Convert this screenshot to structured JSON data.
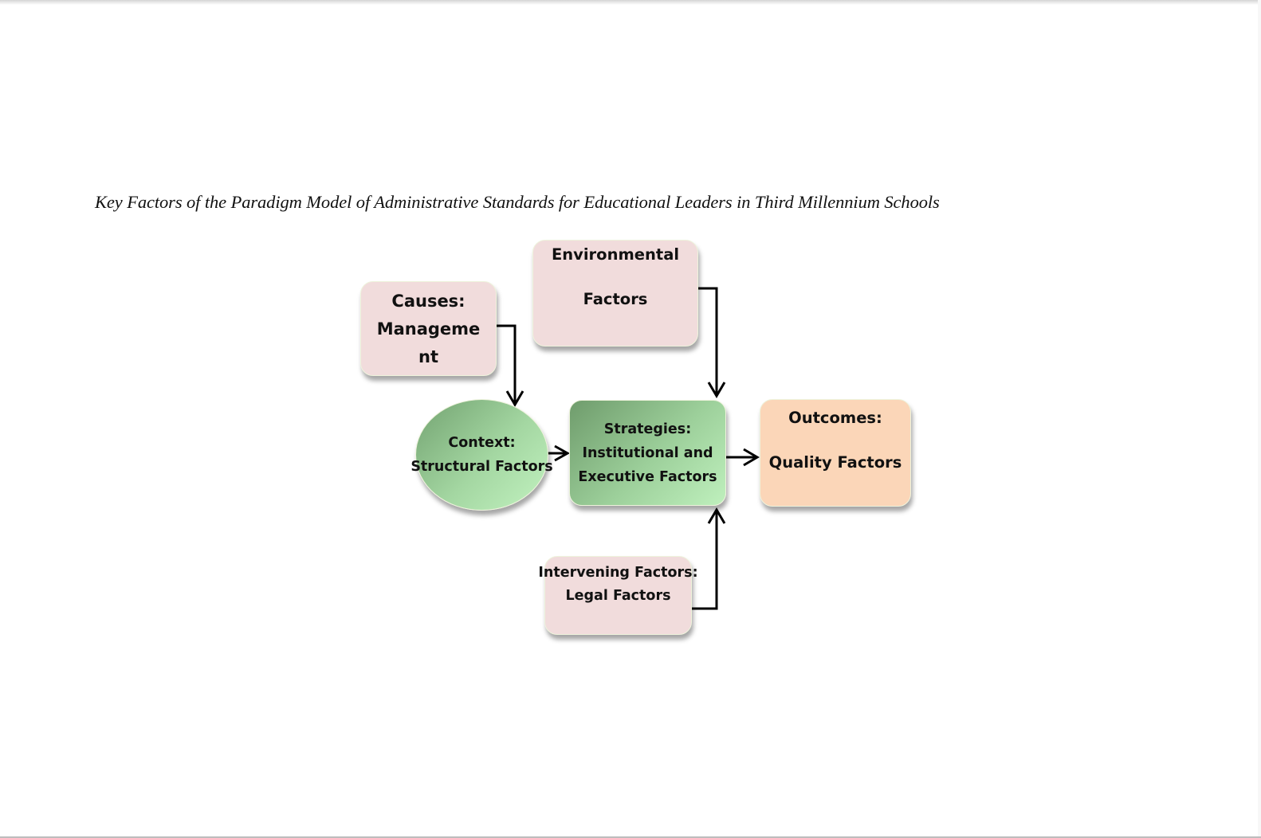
{
  "figure": {
    "caption": "Key Factors of the Paradigm Model of Administrative Standards for Educational Leaders in Third Millennium Schools"
  },
  "nodes": {
    "causes": {
      "lines": [
        "Causes:",
        "Manageme",
        "nt"
      ],
      "shape": "rounded-rectangle",
      "color": "#f1dcdc"
    },
    "environmental": {
      "lines": [
        "Environmental",
        "Factors"
      ],
      "shape": "rounded-rectangle",
      "color": "#f1dcdc"
    },
    "context": {
      "lines": [
        "Context:",
        "Structural Factors"
      ],
      "shape": "ellipse",
      "color": "#a4d7a2"
    },
    "strategies": {
      "lines": [
        "Strategies:",
        "Institutional and",
        "Executive Factors"
      ],
      "shape": "rounded-rectangle",
      "color": "#9dd09b"
    },
    "outcomes": {
      "lines": [
        "Outcomes:",
        "Quality Factors"
      ],
      "shape": "rounded-rectangle",
      "color": "#fbd6b8"
    },
    "intervening": {
      "lines": [
        "Intervening Factors:",
        "Legal Factors"
      ],
      "shape": "rounded-rectangle",
      "color": "#f1dcdc"
    }
  },
  "edges": [
    {
      "from": "causes",
      "to": "context"
    },
    {
      "from": "environmental",
      "to": "strategies"
    },
    {
      "from": "context",
      "to": "strategies"
    },
    {
      "from": "strategies",
      "to": "outcomes"
    },
    {
      "from": "intervening",
      "to": "strategies"
    }
  ],
  "colors": {
    "arrow": "#000000",
    "box_border": "#eef3dc"
  }
}
